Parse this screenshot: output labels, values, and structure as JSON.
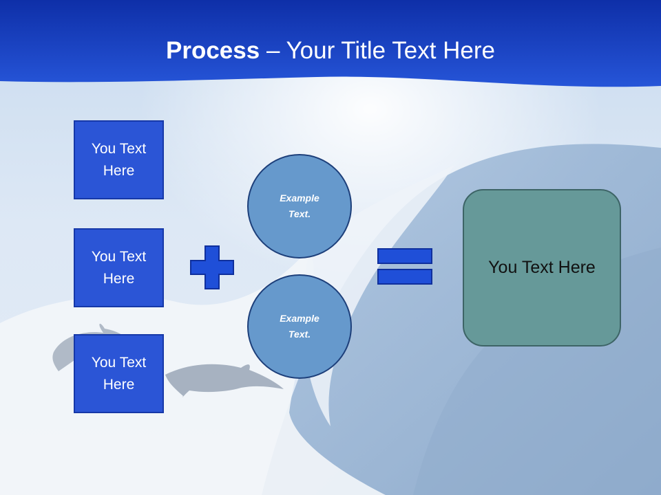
{
  "slide": {
    "title_bold": "Process",
    "title_rest": " – Your Title Text Here"
  },
  "inputs": [
    {
      "label": "You Text Here"
    },
    {
      "label": "You Text Here"
    },
    {
      "label": "You Text Here"
    }
  ],
  "examples": [
    {
      "label": "Example Text."
    },
    {
      "label": "Example Text."
    }
  ],
  "result": {
    "label": "You Text Here"
  },
  "colors": {
    "header_blue": "#1a3fc4",
    "box_fill": "#2b55d6",
    "circle_fill": "#6699cc",
    "result_fill": "#669999",
    "operator_fill": "#1f4fd8"
  }
}
